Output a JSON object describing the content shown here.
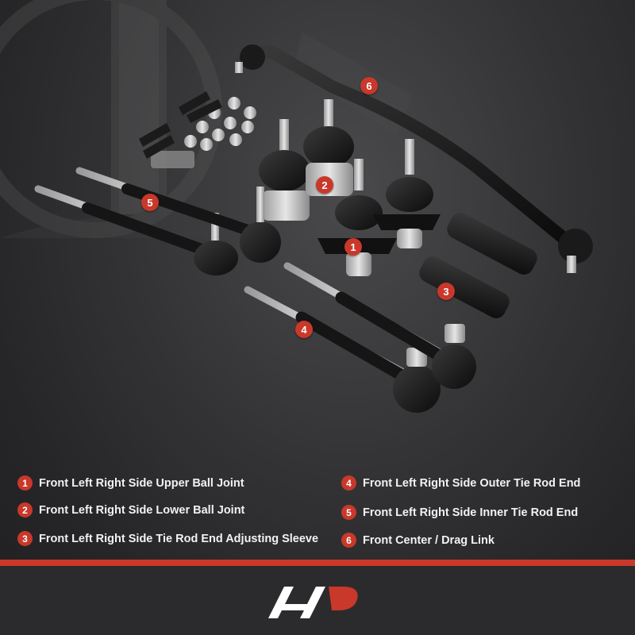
{
  "legend": {
    "items": [
      {
        "num": "1",
        "label": "Front Left Right Side Upper Ball Joint"
      },
      {
        "num": "2",
        "label": "Front Left Right Side Lower Ball Joint"
      },
      {
        "num": "3",
        "label": "Front Left Right Side Tie Rod End Adjusting Sleeve"
      },
      {
        "num": "4",
        "label": "Front Left Right Side Outer Tie Rod End"
      },
      {
        "num": "5",
        "label": "Front Left Right Side Inner Tie Rod End"
      },
      {
        "num": "6",
        "label": "Front Center / Drag Link"
      }
    ]
  },
  "badges": [
    "1",
    "2",
    "3",
    "4",
    "5",
    "6"
  ],
  "colors": {
    "accent": "#c9382a",
    "background": "#2e2e30",
    "text": "#f2f2f2"
  },
  "logo": {
    "icon": "brand-logo-icon"
  }
}
